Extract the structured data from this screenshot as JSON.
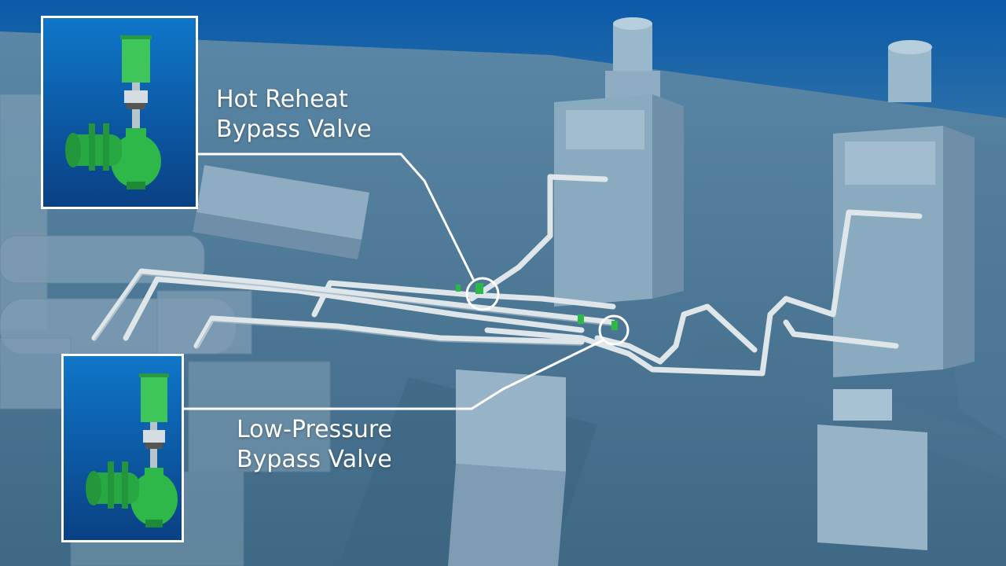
{
  "colors": {
    "sky": "#0a5aa8",
    "ground": "#4f7896",
    "pipe": "#dfe6ea",
    "valve_green": "#2fb84a",
    "actuator_green": "#3fc65a",
    "inset_bg_top": "#0f76c9",
    "inset_bg_bottom": "#0a3f82",
    "callout_line": "#ffffff"
  },
  "callouts": {
    "hot_reheat": {
      "line1": "Hot Reheat",
      "line2": "Bypass Valve",
      "icon": "hot-reheat-bypass-valve-icon"
    },
    "low_pressure": {
      "line1": "Low-Pressure",
      "line2": "Bypass Valve",
      "icon": "low-pressure-bypass-valve-icon"
    }
  }
}
